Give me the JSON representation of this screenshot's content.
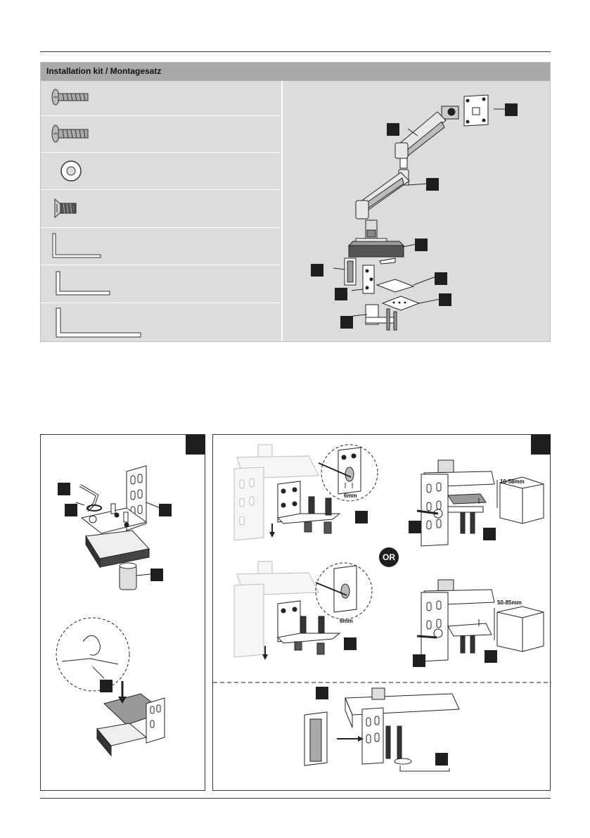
{
  "kit": {
    "title": "Installation kit / Montagesatz",
    "parts": [
      {
        "icon": "long-screw-icon"
      },
      {
        "icon": "short-screw-icon"
      },
      {
        "icon": "washer-icon"
      },
      {
        "icon": "countersunk-screw-icon"
      },
      {
        "icon": "small-hex-key-icon"
      },
      {
        "icon": "medium-hex-key-icon"
      },
      {
        "icon": "large-hex-key-icon"
      }
    ]
  },
  "step2": {
    "dim_thin_top": "6mm",
    "range_top": "10-58mm",
    "or_label": "OR",
    "dim_thin_bottom": "6mm",
    "range_bottom": "50-85mm"
  },
  "colors": {
    "badge": "#1e1e1e",
    "kit_bg": "#dcdcdc",
    "kit_header": "#a9a9a9"
  }
}
